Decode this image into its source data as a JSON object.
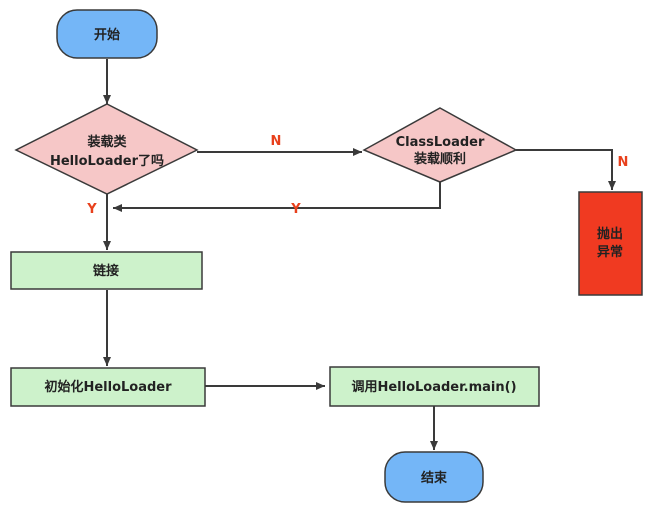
{
  "diagram": {
    "colors": {
      "terminal_fill": "#74b6f7",
      "decision_fill": "#f6c7c7",
      "process_fill": "#cdf2cb",
      "error_fill": "#f03a21",
      "edge": "#3a3a3a",
      "edge_label": "#e8401c"
    },
    "nodes": {
      "start": {
        "label": "开始"
      },
      "loaded_check": {
        "line1": "装载类",
        "line2": "HelloLoader了吗"
      },
      "classloader_check": {
        "line1": "ClassLoader",
        "line2": "装载顺利"
      },
      "throw": {
        "line1": "抛出",
        "line2": "异常"
      },
      "link": {
        "label": "链接"
      },
      "init": {
        "label": "初始化HelloLoader"
      },
      "call_main": {
        "label": "调用HelloLoader.main()"
      },
      "end": {
        "label": "结束"
      }
    },
    "edge_labels": {
      "loaded_no": "N",
      "classloader_no": "N",
      "loaded_yes": "Y",
      "classloader_yes": "Y"
    }
  }
}
